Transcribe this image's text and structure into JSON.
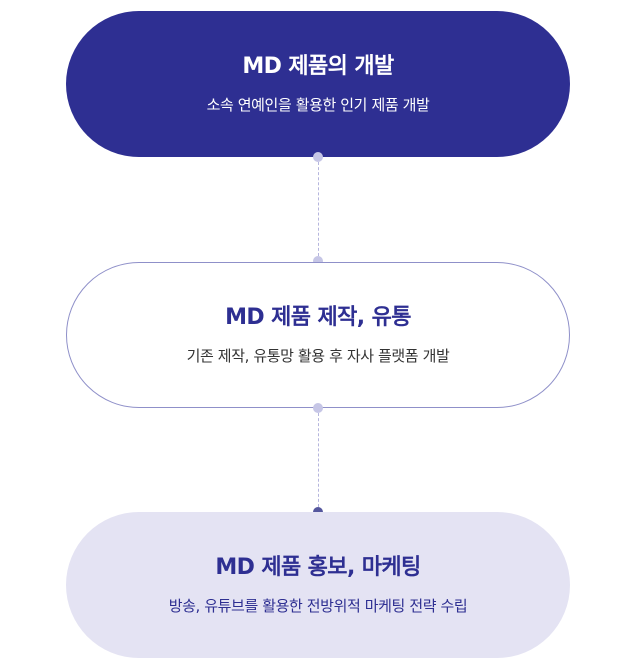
{
  "steps": [
    {
      "title": "MD 제품의 개발",
      "description": "소속 연예인을 활용한 인기 제품 개발"
    },
    {
      "title": "MD 제품 제작, 유통",
      "description": "기존 제작, 유통망 활용 후 자사 플랫폼 개발"
    },
    {
      "title": "MD 제품 홍보, 마케팅",
      "description": "방송, 유튜브를 활용한 전방위적 마케팅 전략 수립"
    }
  ],
  "colors": {
    "primary": "#2e2f92",
    "light_fill": "#e4e3f3",
    "outline": "#8f90c9",
    "connector": "#b5b5dd",
    "dot_light": "#c6c6e6",
    "dot_dark": "#55579e"
  }
}
